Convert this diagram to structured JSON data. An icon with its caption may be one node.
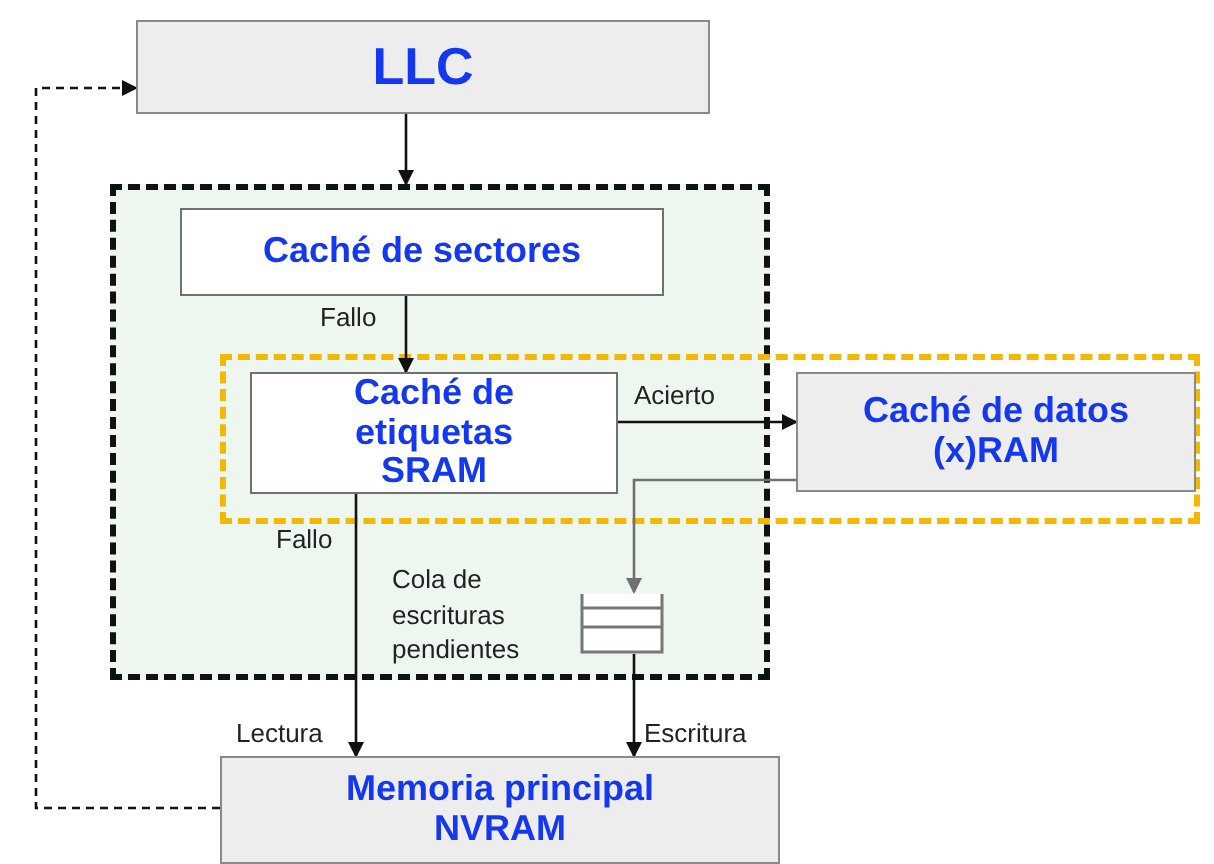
{
  "diagram": {
    "nodes": [
      {
        "text": [
          "LLC"
        ]
      },
      {
        "text": [],
        "shape": "box"
      },
      {
        "text": [
          "Caché de sectores"
        ],
        "in": 1
      },
      {
        "text": [],
        "shape": "box"
      },
      {
        "text": [
          "Caché de etiquetas SRAM"
        ]
      },
      {
        "text": [
          "Caché de datos (x)RAM"
        ],
        "in": 3
      },
      {
        "text": [],
        "shape": "box",
        "in": 1,
        "beside": [
          "Cola de escrituras pendientes"
        ]
      },
      {
        "text": [
          "Memoria principal NVRAM"
        ]
      }
    ],
    "edges": [
      {
        "from": 0,
        "to": 1,
        "arrow": "to"
      },
      {
        "from": 2,
        "to": 4,
        "arrow": "to",
        "label": "Fallo"
      },
      {
        "from": 4,
        "to": 5,
        "arrow": "to",
        "label": "Acierto"
      },
      {
        "from": 5,
        "to": 6,
        "arrow": "to",
        "color": "#707070"
      },
      {
        "from": 4,
        "to": 7,
        "arrow": "to",
        "label": "Fallo"
      },
      {
        "from": 6,
        "to": 7,
        "arrow": "to",
        "label": "Escritura"
      },
      {
        "from": 7,
        "to": 0,
        "arrow": "to",
        "style": "dashed"
      }
    ],
    "labels": [
      "Lectura"
    ]
  }
}
